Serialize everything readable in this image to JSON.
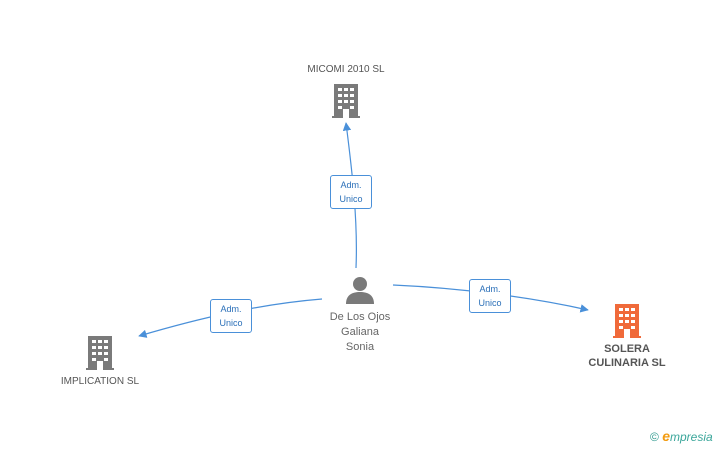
{
  "nodes": {
    "micomi": {
      "label": "MICOMI 2010 SL",
      "icon": "building-icon",
      "color": "#7a7a7a"
    },
    "implication": {
      "label": "IMPLICATION SL",
      "icon": "building-icon",
      "color": "#7a7a7a"
    },
    "solera": {
      "label_line1": "SOLERA",
      "label_line2": "CULINARIA SL",
      "icon": "building-icon",
      "color": "#f06a3a"
    },
    "person": {
      "line1": "De Los Ojos",
      "line2": "Galiana",
      "line3": "Sonia",
      "icon": "person-icon",
      "color": "#7a7a7a"
    }
  },
  "edges": {
    "to_micomi": {
      "line1": "Adm.",
      "line2": "Unico"
    },
    "to_implication": {
      "line1": "Adm.",
      "line2": "Unico"
    },
    "to_solera": {
      "line1": "Adm.",
      "line2": "Unico"
    }
  },
  "colors": {
    "edge": "#4a90d9"
  },
  "watermark": {
    "copyright": "©",
    "brand_initial": "e",
    "brand_rest": "mpresia"
  }
}
